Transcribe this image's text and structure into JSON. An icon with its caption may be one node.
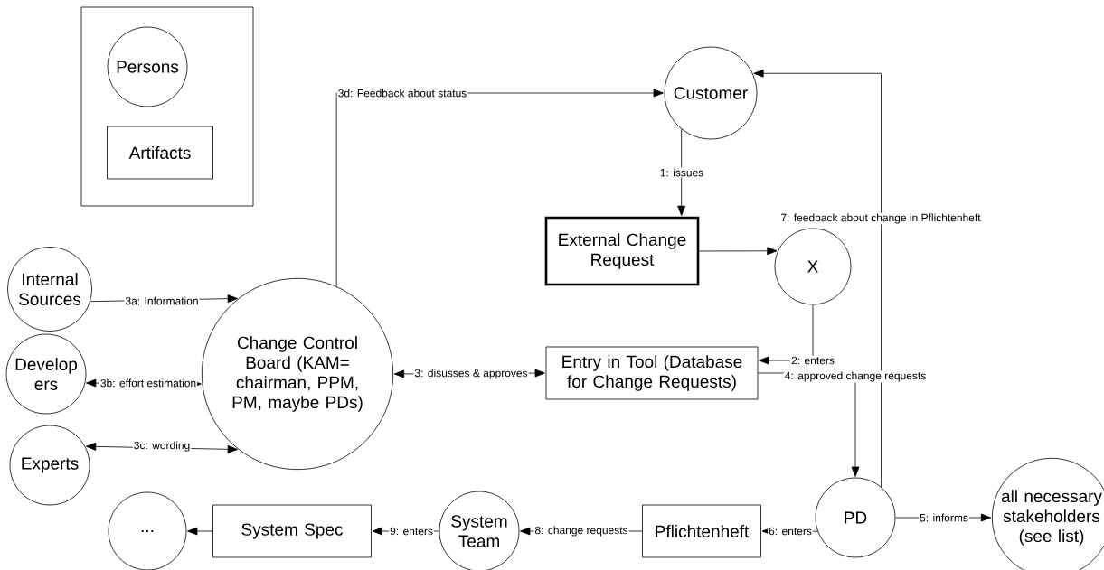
{
  "diagram": {
    "nodes": [
      {
        "text": [],
        "shape": "box"
      },
      {
        "text": [
          "Persons"
        ],
        "in": 0
      },
      {
        "text": [
          "Artifacts"
        ],
        "in": 0
      },
      {
        "text": [
          "Customer"
        ]
      },
      {
        "text": [
          "External Change Request"
        ]
      },
      {
        "text": [
          "X"
        ]
      },
      {
        "text": [
          "Internal Sources"
        ]
      },
      {
        "text": [
          "Change Control Board (KAM= chairman, PPM, PM, maybe PDs)"
        ]
      },
      {
        "text": [
          "Develop ers"
        ]
      },
      {
        "text": [
          "Entry in Tool (Database for Change Requests)"
        ]
      },
      {
        "text": [
          "Experts"
        ]
      },
      {
        "text": [
          "..."
        ]
      },
      {
        "text": [
          "System Spec"
        ]
      },
      {
        "text": [
          "System Team"
        ]
      },
      {
        "text": [
          "Pflichtenheft"
        ]
      },
      {
        "text": [
          "PD"
        ]
      },
      {
        "text": [
          "all necessary stakeholders (see list)"
        ]
      }
    ],
    "edges": [
      {
        "from": 7,
        "to": 3,
        "arrow": "to",
        "label": "3d: Feedback about status"
      },
      {
        "from": 3,
        "to": 4,
        "arrow": "to",
        "label": "1: issues"
      },
      {
        "from": 4,
        "to": 5,
        "arrow": "to"
      },
      {
        "from": 5,
        "to": 9,
        "arrow": "to",
        "label": "2: enters"
      },
      {
        "from": 9,
        "to": 15,
        "arrow": "to",
        "label": "4: approved change requests"
      },
      {
        "from": 15,
        "to": 3,
        "arrow": "to",
        "label": "7: feedback about change in Pflichtenheft"
      },
      {
        "from": 6,
        "to": 7,
        "arrow": "to",
        "label": "3a: Information"
      },
      {
        "from": 8,
        "to": 7,
        "arrow": "both",
        "label": "3b: effort estimation"
      },
      {
        "from": 10,
        "to": 7,
        "arrow": "both",
        "label": "3c: wording"
      },
      {
        "from": 7,
        "to": 9,
        "arrow": "both",
        "label": "3: disusses & approves"
      },
      {
        "from": 15,
        "to": 16,
        "arrow": "to",
        "label": "5: informs"
      },
      {
        "from": 15,
        "to": 14,
        "arrow": "to",
        "label": "6: enters"
      },
      {
        "from": 14,
        "to": 13,
        "arrow": "to",
        "label": "8: change requests"
      },
      {
        "from": 13,
        "to": 12,
        "arrow": "to",
        "label": "9: enters"
      },
      {
        "from": 12,
        "to": 11,
        "arrow": "to"
      }
    ]
  }
}
